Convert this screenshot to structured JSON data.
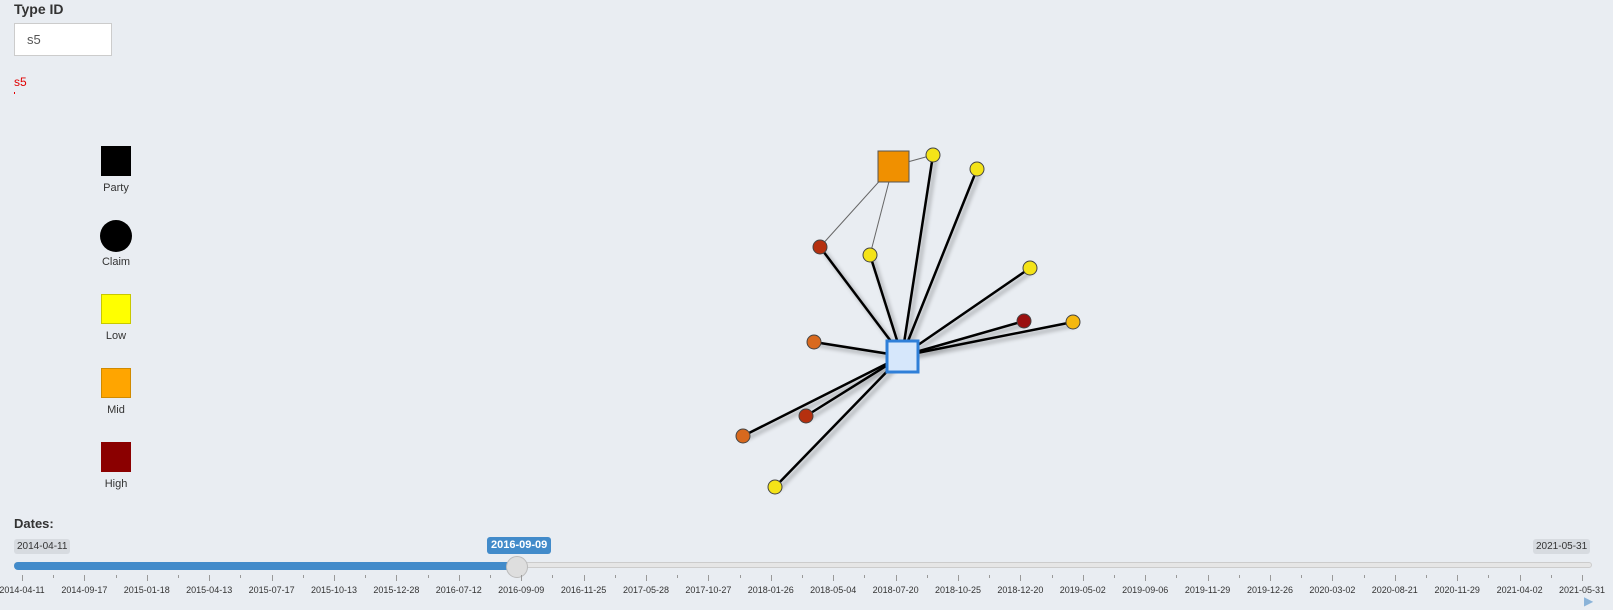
{
  "type_id": {
    "label": "Type ID",
    "value": "s5",
    "output": "s5"
  },
  "legend": [
    {
      "label": "Party",
      "shape": "square",
      "color": "#000000"
    },
    {
      "label": "Claim",
      "shape": "circle",
      "color": "#000000"
    },
    {
      "label": "Low",
      "shape": "square",
      "color": "#ffff00"
    },
    {
      "label": "Mid",
      "shape": "square",
      "color": "#ffa500"
    },
    {
      "label": "High",
      "shape": "square",
      "color": "#8b0000"
    }
  ],
  "network": {
    "edges": [
      {
        "from": "center",
        "to": "n_y1"
      },
      {
        "from": "center",
        "to": "n_y2"
      },
      {
        "from": "center",
        "to": "n_y3"
      },
      {
        "from": "center",
        "to": "n_r1"
      },
      {
        "from": "center",
        "to": "n_y4"
      },
      {
        "from": "center",
        "to": "n_o1"
      },
      {
        "from": "center",
        "to": "n_dr1"
      },
      {
        "from": "center",
        "to": "n_y5"
      },
      {
        "from": "center",
        "to": "n_o2"
      },
      {
        "from": "center",
        "to": "n_r2"
      },
      {
        "from": "center",
        "to": "n_y6"
      }
    ],
    "thin_edges": [
      {
        "from": "orange_party",
        "to": "n_y1"
      },
      {
        "from": "orange_party",
        "to": "n_r1"
      },
      {
        "from": "orange_party",
        "to": "n_y3"
      }
    ]
  },
  "colors": {
    "low": "#f4e318",
    "mid": "#f09000",
    "orange_claim": "#d8691e",
    "red_claim": "#b5300f",
    "dark_red_claim": "#9a0f0f",
    "accent": "#428bca",
    "center_fill": "#d6e7fb",
    "center_border": "#2f7fd8"
  },
  "dates": {
    "label": "Dates:",
    "min": "2014-04-11",
    "max": "2021-05-31",
    "current": "2016-09-09",
    "progress_fraction": 0.32,
    "ticks": [
      "2014-04-11",
      "2014-09-17",
      "2015-01-18",
      "2015-04-13",
      "2015-07-17",
      "2015-10-13",
      "2015-12-28",
      "2016-07-12",
      "2016-09-09",
      "2016-11-25",
      "2017-05-28",
      "2017-10-27",
      "2018-01-26",
      "2018-05-04",
      "2018-07-20",
      "2018-10-25",
      "2018-12-20",
      "2019-05-02",
      "2019-09-06",
      "2019-11-29",
      "2019-12-26",
      "2020-03-02",
      "2020-08-21",
      "2020-11-29",
      "2021-04-02",
      "2021-05-31"
    ],
    "play_icon": "play-icon"
  }
}
